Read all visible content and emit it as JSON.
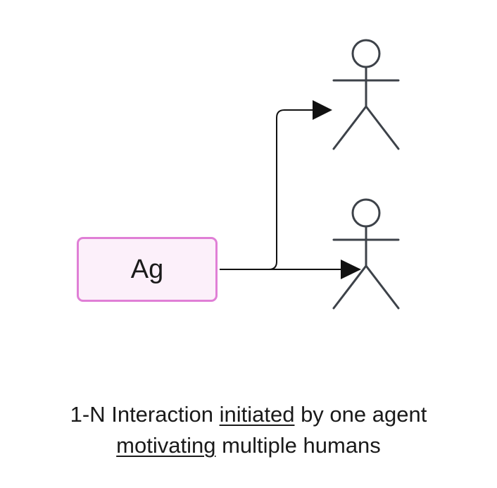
{
  "agent": {
    "label": "Ag",
    "fill": "#fcf0fa",
    "border": "#e07fd6"
  },
  "actors": [
    {
      "name": "human-1",
      "icon": "stick-figure-icon",
      "color": "#3d4249"
    },
    {
      "name": "human-2",
      "icon": "stick-figure-icon",
      "color": "#3d4249"
    }
  ],
  "edges": [
    {
      "from": "agent",
      "to": "human-1"
    },
    {
      "from": "agent",
      "to": "human-2"
    }
  ],
  "caption": {
    "line1_prefix": "1-N Interaction ",
    "line1_emph": "initiated",
    "line1_suffix": " by one agent",
    "line2_emph": "motivating",
    "line2_suffix": " multiple humans"
  }
}
